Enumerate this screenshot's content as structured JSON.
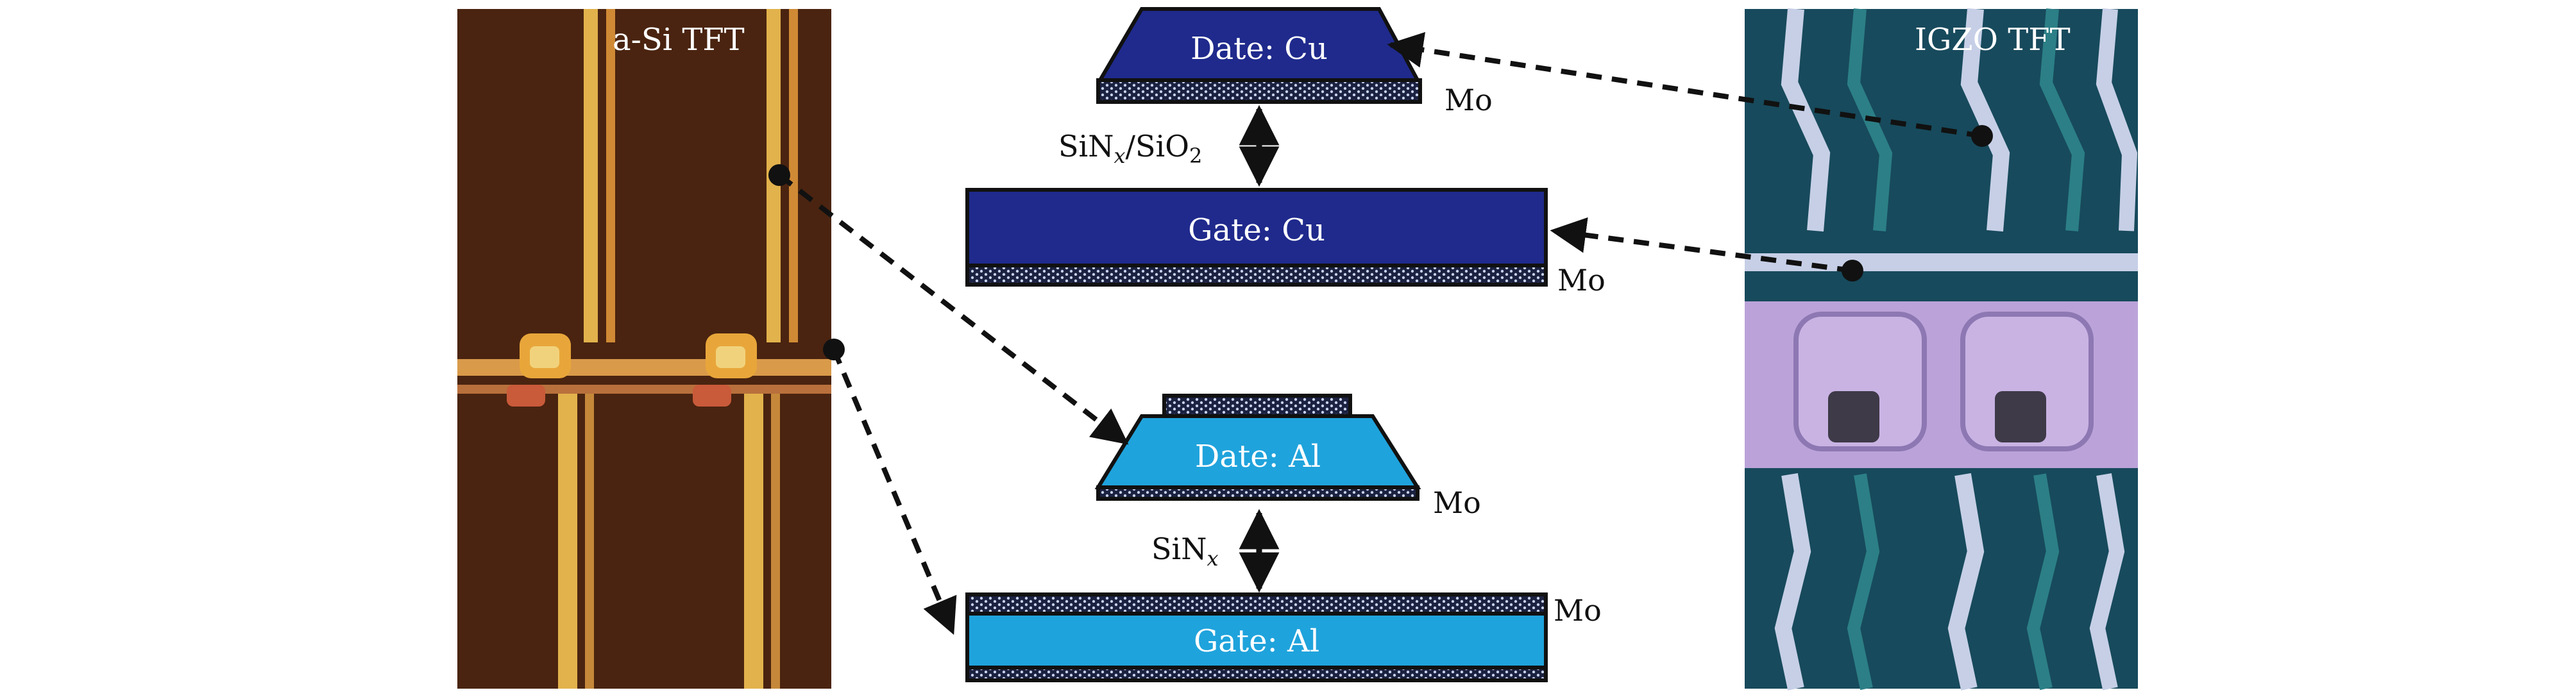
{
  "panels": {
    "left_photo_title": "a-Si TFT",
    "right_photo_title": "IGZO TFT"
  },
  "cu_stack": {
    "data_label": "Date: Cu",
    "gate_label": "Gate: Cu",
    "insulator": {
      "base": "SiN",
      "sub1": "x",
      "mid": "/SiO",
      "sub2": "2"
    },
    "mo_top": "Mo",
    "mo_bottom": "Mo",
    "fill_color": "#1f2a8c"
  },
  "al_stack": {
    "data_label": "Date: Al",
    "gate_label": "Gate: Al",
    "insulator": {
      "base": "SiN",
      "sub1": "x"
    },
    "mo_top": "Mo",
    "mo_bottom": "Mo",
    "fill_color": "#1fa3dc"
  },
  "colors": {
    "mo_layer": "#1b2140",
    "mo_dots": "#c7d3ee",
    "outline": "#111111",
    "asi_background": "#4a2410",
    "asi_lines": "#e2b24c",
    "igzo_background": "#174a5c",
    "igzo_lines": "#c6cfe6",
    "igzo_pixel": "#bba3d9"
  }
}
